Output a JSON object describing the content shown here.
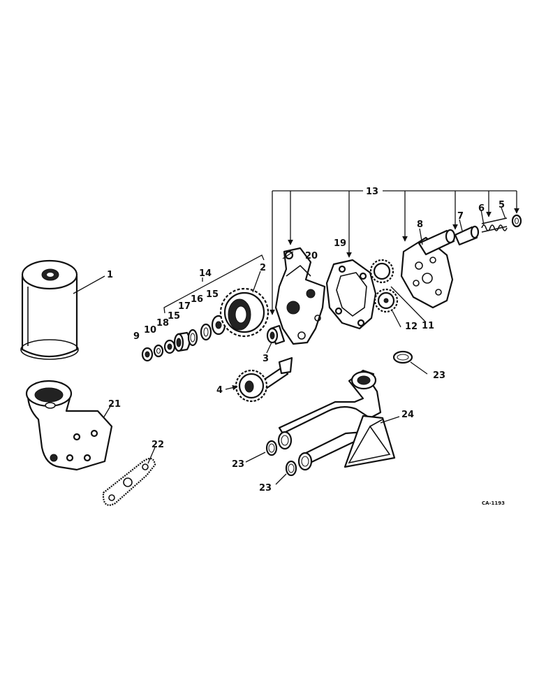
{
  "callouts": {
    "c1": "1",
    "c2": "2",
    "c3": "3",
    "c4": "4",
    "c5": "5",
    "c6": "6",
    "c7": "7",
    "c8": "8",
    "c9": "9",
    "c10": "10",
    "c11": "11",
    "c12": "12",
    "c13": "13",
    "c14": "14",
    "c15a": "15",
    "c15b": "15",
    "c16": "16",
    "c17": "17",
    "c18": "18",
    "c19": "19",
    "c20": "20",
    "c21": "21",
    "c22": "22",
    "c23a": "23",
    "c23b": "23",
    "c23c": "23",
    "c24": "24"
  },
  "figure_code": "CA-1193"
}
